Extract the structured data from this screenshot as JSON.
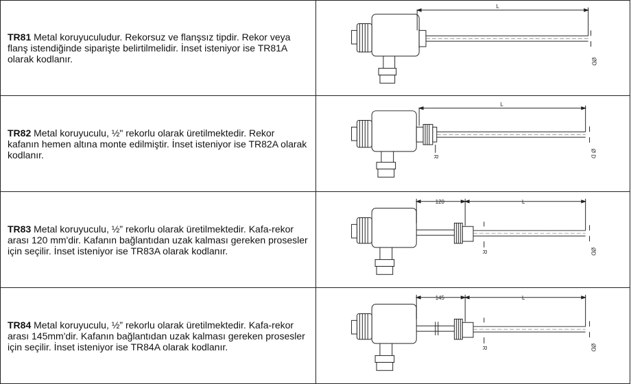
{
  "rows": [
    {
      "code": "TR81",
      "text": " Metal koruyuculudur. Rekorsuz ve flanşsız tipdir. Rekor veya flanş istendiğinde siparişte belirtilmelidir. İnset isteniyor ise TR81A olarak kodlanır.",
      "drawing": {
        "length_label": "L",
        "diameter_label": "ØD"
      }
    },
    {
      "code": "TR82",
      "text": " Metal koruyuculu, ½\" rekorlu olarak üretilmektedir. Rekor kafanın hemen altına monte edilmiştir.  İnset isteniyor ise TR82A olarak kodlanır.",
      "drawing": {
        "length_label": "L",
        "diameter_label": "Ø D",
        "thread_label": "R"
      }
    },
    {
      "code": "TR83",
      "text": " Metal koruyuculu, ½” rekorlu olarak üretilmektedir. Kafa-rekor arası 120 mm'dir. Kafanın bağlantıdan uzak kalması gereken prosesler için seçilir.  İnset isteniyor ise TR83A olarak kodlanır.",
      "drawing": {
        "extension_label": "120",
        "length_label": "L",
        "diameter_label": "ØD",
        "thread_label": "R"
      }
    },
    {
      "code": "TR84",
      "text": " Metal koruyuculu, ½” rekorlu olarak üretilmektedir. Kafa-rekor arası 145mm'dir. Kafanın bağlantıdan uzak kalması gereken prosesler için seçilir.  İnset isteniyor ise TR84A olarak kodlanır.",
      "drawing": {
        "extension_label": "145",
        "length_label": "L",
        "diameter_label": "ØD",
        "thread_label": "R"
      }
    }
  ]
}
